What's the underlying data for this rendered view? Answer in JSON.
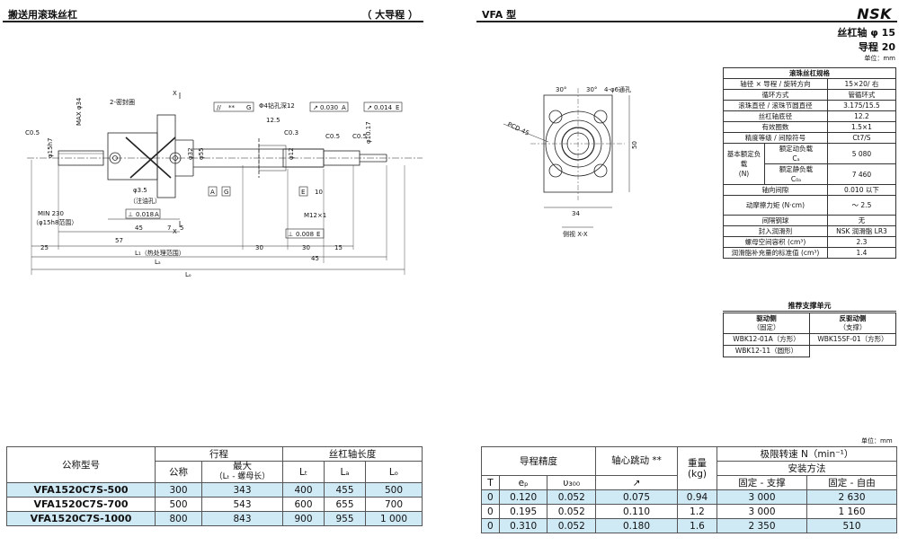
{
  "header": {
    "left_title": "搬送用滚珠丝杠",
    "left_note": "（ 大导程 ）",
    "right_title": "VFA 型",
    "brand": "NSK",
    "shaft": "丝杠轴 φ 15",
    "lead": "导程 20",
    "unit": "单位：mm"
  },
  "drawing": {
    "labels": {
      "seal": "2-密封圈",
      "c05a": "C0.5",
      "c03": "C0.3",
      "c05b": "C0.5",
      "c05c": "C0.5",
      "x_top": "X",
      "x_bot": "X",
      "gdt1_sym": "//",
      "gdt1_val": "**",
      "gdt1_ref": "G",
      "hole": "Φ4钻孔深12",
      "gdt2_sym": "↗",
      "gdt2_val": "0.030",
      "gdt2_ref": "A",
      "gdt3_sym": "↗",
      "gdt3_val": "0.014",
      "gdt3_ref": "E",
      "dim_125": "12.5",
      "max34": "MAX φ34",
      "d15h7": "φ15h7",
      "d32": "φ32",
      "d55": "φ55",
      "d12": "φ12",
      "d1017": "φ10.17",
      "d35": "φ3.5",
      "oilhole": "（注油孔）",
      "perp1_sym": "⊥",
      "perp1_val": "0.018",
      "perp1_ref": "A",
      "perp2_sym": "⊥",
      "perp2_val": "0.008",
      "perp2_ref": "E",
      "ref_a": "A",
      "ref_g": "G",
      "ref_e": "E",
      "dim_10": "10",
      "m12": "M12×1",
      "min230": "MIN 230",
      "d15h8": "（φ15h8范围）",
      "dim_45a": "45",
      "dim_7": "7",
      "dim_5": "5",
      "dim_57": "57",
      "dim_25": "25",
      "l1": "L₁（热处理范围）",
      "dim_30a": "30",
      "dim_30b": "30",
      "dim_15": "15",
      "dim_45b": "45",
      "la": "Lₐ",
      "lo": "Lₒ"
    },
    "side": {
      "a30a": "30°",
      "a30b": "30°",
      "holes": "4-φ6通孔",
      "pcd": "PCD 45",
      "h50": "50",
      "w34": "34",
      "view": "侧视 X-X"
    }
  },
  "spec": {
    "title": "滚珠丝杠规格",
    "rows": [
      {
        "k": "轴径 × 导程 / 旋转方向",
        "v": "15×20/ 右"
      },
      {
        "k": "循环方式",
        "v": "管循环式"
      },
      {
        "k": "滚珠直径 / 滚珠节圆直径",
        "v": "3.175/15.5"
      },
      {
        "k": "丝杠轴底径",
        "v": "12.2"
      },
      {
        "k": "有效圈数",
        "v": "1.5×1"
      },
      {
        "k": "精度等级 / 间隙符号",
        "v": "Ct7/S"
      }
    ],
    "load_group": "基本额定负载",
    "load_unit": "(N)",
    "dyn_label": "额定动负载",
    "dyn_sym": "Cₐ",
    "dyn_val": "5 080",
    "stat_label": "额定静负载",
    "stat_sym": "C₀ₐ",
    "stat_val": "7 460",
    "rows2": [
      {
        "k": "轴向间隙",
        "v": "0.010 以下"
      },
      {
        "k": "动摩擦力矩 (N·cm)",
        "v": "～ 2.5"
      },
      {
        "k": "间隔钢球",
        "v": "无"
      },
      {
        "k": "封入润滑剂",
        "v": "NSK 润滑脂 LR3"
      },
      {
        "k": "螺母空间容积 (cm³)",
        "v": "2.3"
      },
      {
        "k": "润滑脂补充量的标准值 (cm³)",
        "v": "1.4"
      }
    ]
  },
  "support": {
    "title": "推荐支撑单元",
    "drive": "驱动侧",
    "drive_sub": "（固定）",
    "anti": "反驱动侧",
    "anti_sub": "（支撑）",
    "r1a": "WBK12-01A（方形）",
    "r1b": "WBK15SF-01（方形）",
    "r2a": "WBK12-11（圆形）"
  },
  "bottom_unit": "单位：mm",
  "left_table": {
    "h_model": "公称型号",
    "h_stroke": "行程",
    "h_shaft": "丝杠轴长度",
    "h_nominal": "公称",
    "h_max": "最大",
    "h_max_sub": "（Lₜ - 螺母长）",
    "h_lt": "Lₜ",
    "h_la": "Lₐ",
    "h_lo": "Lₒ",
    "rows": [
      [
        "VFA1520C7S-500",
        "300",
        "343",
        "400",
        "455",
        "500"
      ],
      [
        "VFA1520C7S-700",
        "500",
        "543",
        "600",
        "655",
        "700"
      ],
      [
        "VFA1520C7S-1000",
        "800",
        "843",
        "900",
        "955",
        "1 000"
      ]
    ]
  },
  "right_table": {
    "h_lead_acc": "导程精度",
    "h_runout": "轴心跳动 **",
    "h_runout_sym": "↗",
    "h_weight": "重量",
    "h_weight_unit": "(kg)",
    "h_speed": "极限转速 N（min⁻¹）",
    "h_mount": "安装方法",
    "h_T": "T",
    "h_ep": "eₚ",
    "h_v300": "υ₃₀₀",
    "h_fs": "固定 - 支撑",
    "h_ff": "固定 - 自由",
    "rows": [
      [
        "0",
        "0.120",
        "0.052",
        "0.075",
        "0.94",
        "3 000",
        "2 630"
      ],
      [
        "0",
        "0.195",
        "0.052",
        "0.110",
        "1.2",
        "3 000",
        "1 160"
      ],
      [
        "0",
        "0.310",
        "0.052",
        "0.180",
        "1.6",
        "2 350",
        "510"
      ]
    ]
  }
}
